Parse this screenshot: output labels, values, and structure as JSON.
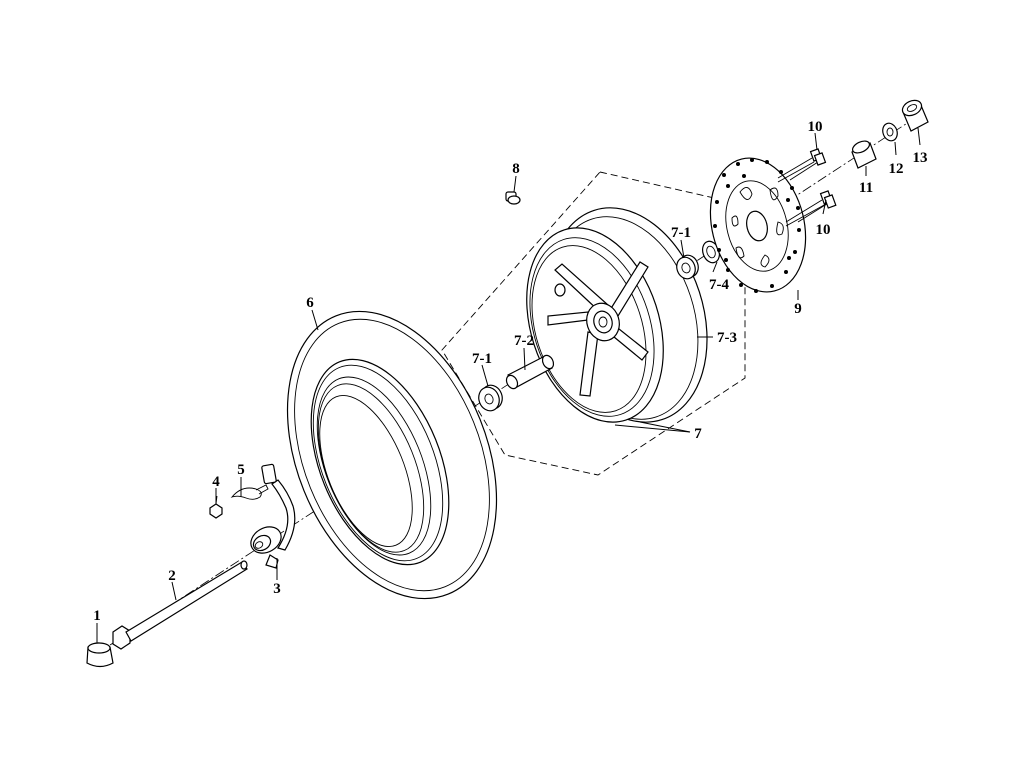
{
  "labels": {
    "p1": "1",
    "p2": "2",
    "p3": "3",
    "p4": "4",
    "p5": "5",
    "p6": "6",
    "p7": "7",
    "p7_1a": "7-1",
    "p7_1b": "7-1",
    "p7_2": "7-2",
    "p7_3": "7-3",
    "p7_4": "7-4",
    "p8": "8",
    "p9": "9",
    "p10a": "10",
    "p10b": "10",
    "p11": "11",
    "p12": "12",
    "p13": "13"
  },
  "colors": {
    "line": "#000000",
    "background": "#ffffff"
  }
}
